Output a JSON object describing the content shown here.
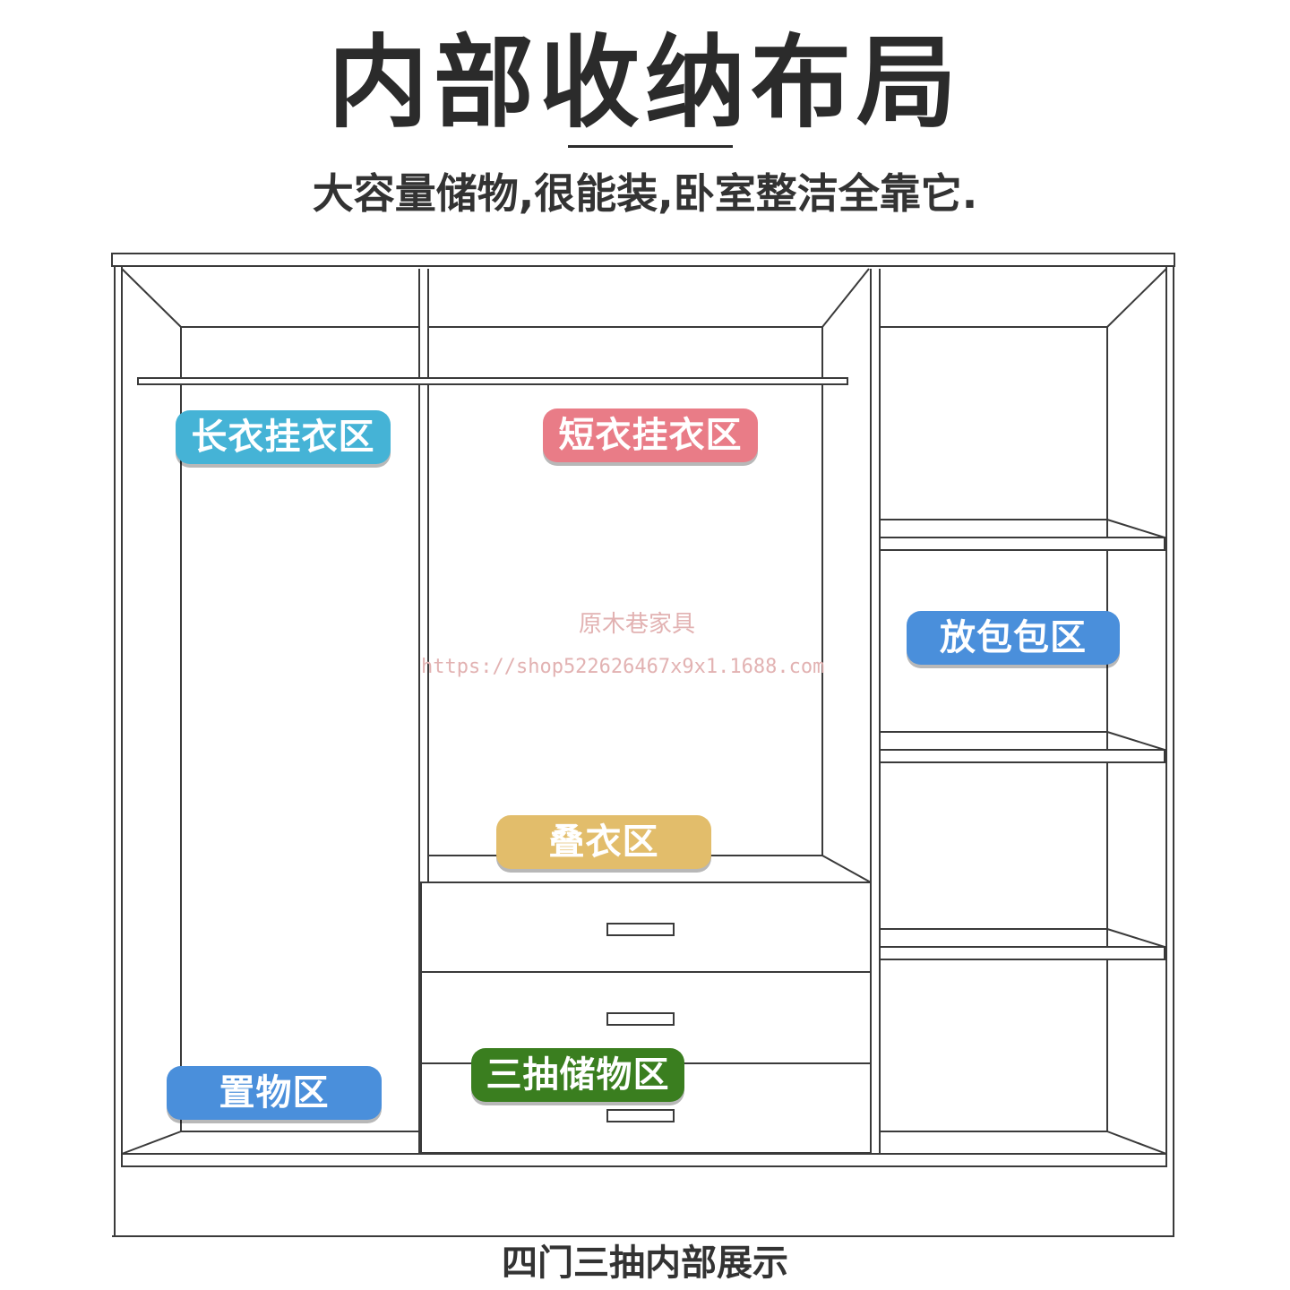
{
  "title": "内部收纳布局",
  "subtitle": "大容量储物,很能装,卧室整洁全靠它.",
  "zones": {
    "long_hanging": {
      "label": "长衣挂衣区",
      "color": "#45b3d6"
    },
    "short_hanging": {
      "label": "短衣挂衣区",
      "color": "#e97c87"
    },
    "bags": {
      "label": "放包包区",
      "color": "#4a8fdb"
    },
    "folding": {
      "label": "叠衣区",
      "color": "#e2bd6b"
    },
    "storage": {
      "label": "置物区",
      "color": "#4a8fdb"
    },
    "drawers": {
      "label": "三抽储物区",
      "color": "#3a7e1f"
    }
  },
  "watermark": {
    "brand": "原木巷家具",
    "url": "https://shop522626467x9x1.1688.com"
  },
  "caption": "四门三抽内部展示"
}
